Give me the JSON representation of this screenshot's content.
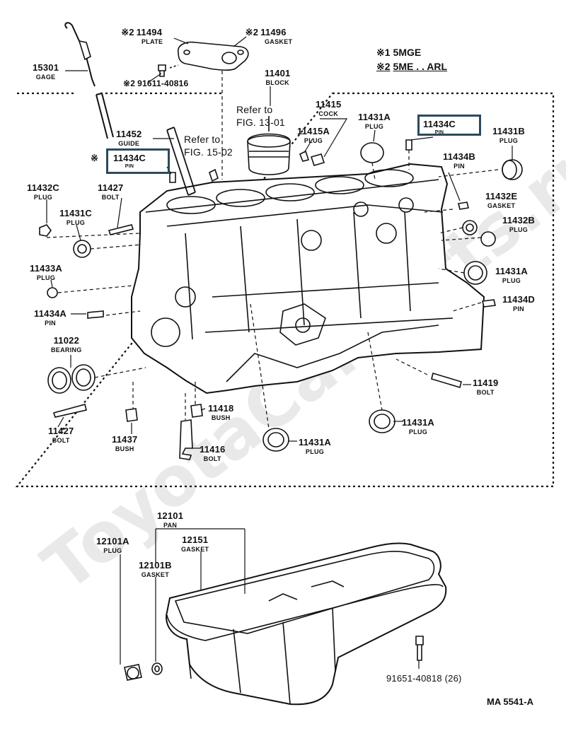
{
  "watermark": "ToyotaCarParts.ru",
  "legend": {
    "line1_mark": "※1",
    "line1_text": "5MGE",
    "line2_mark": "※2",
    "line2_text": "5ME . . ARL"
  },
  "figure_id": "MA 5541-A",
  "refs": {
    "ref1_line1": "Refer to",
    "ref1_line2": "FIG. 13-01",
    "ref2_line1": "Refer to",
    "ref2_line2": "FIG. 15-02"
  },
  "parts": {
    "p11494": {
      "mark": "※2",
      "num": "11494",
      "name": "PLATE"
    },
    "p11496": {
      "mark": "※2",
      "num": "11496",
      "name": "GASKET"
    },
    "p91611": {
      "mark": "※2",
      "num": "91611-40816"
    },
    "p15301": {
      "num": "15301",
      "name": "GAGE"
    },
    "p11401": {
      "num": "11401",
      "name": "BLOCK"
    },
    "p11415": {
      "num": "11415",
      "name": "COCK"
    },
    "p11415A": {
      "num": "11415A",
      "name": "PLUG"
    },
    "p11431A_top": {
      "num": "11431A",
      "name": "PLUG"
    },
    "p11434C_right": {
      "num": "11434C",
      "name": "PIN"
    },
    "p11431B": {
      "num": "11431B",
      "name": "PLUG"
    },
    "p11452": {
      "num": "11452",
      "name": "GUIDE"
    },
    "p11434C_left": {
      "mark": "※",
      "num": "11434C",
      "name": "PIN"
    },
    "p11434B": {
      "num": "11434B",
      "name": "PIN"
    },
    "p11432C": {
      "num": "11432C",
      "name": "PLUG"
    },
    "p11427_top": {
      "num": "11427",
      "name": "BOLT"
    },
    "p11432E": {
      "num": "11432E",
      "name": "GASKET"
    },
    "p11431C": {
      "num": "11431C",
      "name": "PLUG"
    },
    "p11432B": {
      "num": "11432B",
      "name": "PLUG"
    },
    "p11433A": {
      "num": "11433A",
      "name": "PLUG"
    },
    "p11431A_right": {
      "num": "11431A",
      "name": "PLUG"
    },
    "p11434D": {
      "num": "11434D",
      "name": "PIN"
    },
    "p11434A": {
      "num": "11434A",
      "name": "PIN"
    },
    "p11022": {
      "num": "11022",
      "name": "BEARING"
    },
    "p11419": {
      "num": "11419",
      "name": "BOLT"
    },
    "p11418": {
      "num": "11418",
      "name": "BUSH"
    },
    "p11427_bot": {
      "num": "11427",
      "name": "BOLT"
    },
    "p11437": {
      "num": "11437",
      "name": "BUSH"
    },
    "p11416": {
      "num": "11416",
      "name": "BOLT"
    },
    "p11431A_mid": {
      "num": "11431A",
      "name": "PLUG"
    },
    "p11431A_low": {
      "num": "11431A",
      "name": "PLUG"
    },
    "p12101": {
      "num": "12101",
      "name": "PAN"
    },
    "p12101A": {
      "num": "12101A",
      "name": "PLUG"
    },
    "p12151": {
      "num": "12151",
      "name": "GASKET"
    },
    "p12101B": {
      "num": "12101B",
      "name": "GASKET"
    },
    "p91651": {
      "num": "91651-40818 (26)"
    }
  }
}
